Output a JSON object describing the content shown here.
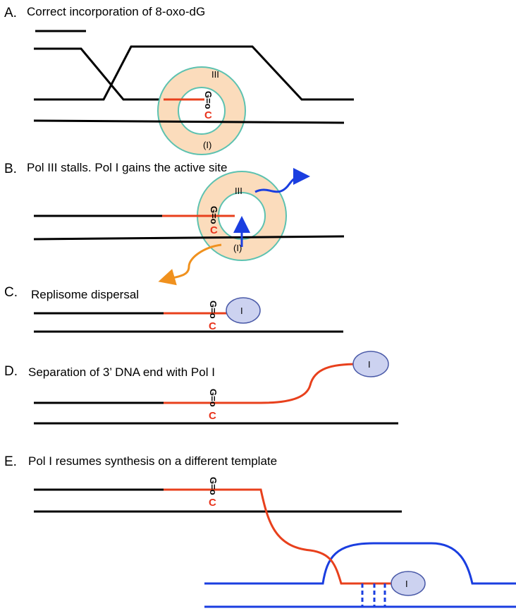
{
  "panels": [
    {
      "letter": "A.",
      "title": "Correct incorporation of 8-oxo-dG"
    },
    {
      "letter": "B.",
      "title": "Pol III stalls.  Pol I gains the active site"
    },
    {
      "letter": "C.",
      "title": "Replisome dispersal"
    },
    {
      "letter": "D.",
      "title": "Separation of 3’ DNA end with Pol I"
    },
    {
      "letter": "E.",
      "title": "Pol I resumes synthesis on a different template"
    }
  ],
  "labels": {
    "pol3": "III",
    "pol1_paren": "(I)",
    "pol1": "I",
    "g_oxo": "G=o",
    "c": "C"
  },
  "colors": {
    "dna": "#000000",
    "nascent": "#e8401c",
    "new_template": "#1a3ee0",
    "clamp_fill": "#fbdcbc",
    "clamp_edge": "#5dc2b0",
    "pol1_fill": "#ccd2f0",
    "exit_arrow_pol3": "#1a3ee0",
    "exit_arrow_clamp": "#f0911e"
  }
}
